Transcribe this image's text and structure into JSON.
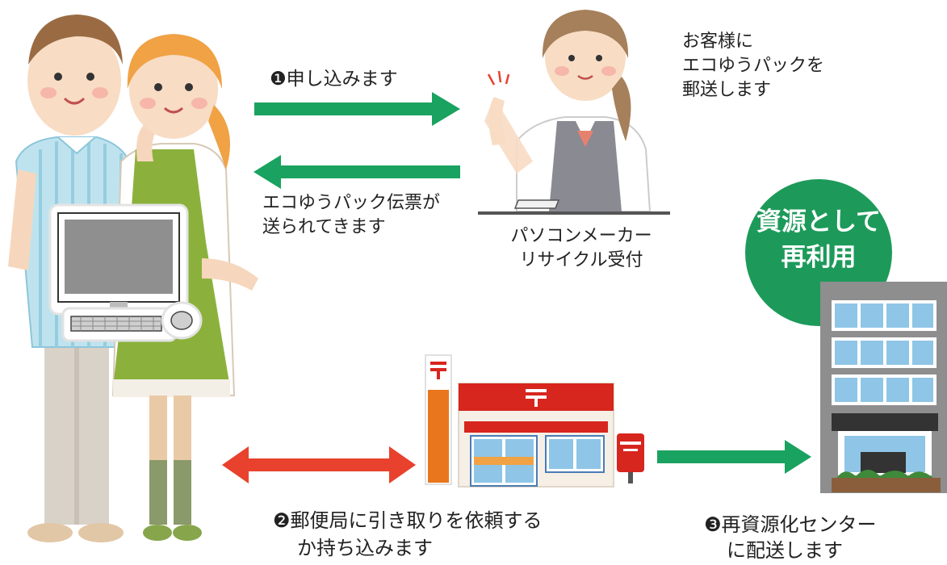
{
  "step1": {
    "label": "❶申し込みます"
  },
  "reply": {
    "line1": "エコゆうパック伝票が",
    "line2": "送られてきます"
  },
  "note": {
    "line1": "お客様に",
    "line2": "エコゆうパックを",
    "line3": "郵送します"
  },
  "maker": {
    "line1": "パソコンメーカー",
    "line2": "リサイクル受付"
  },
  "recycle": {
    "line1": "資源として",
    "line2": "再利用"
  },
  "step2": {
    "line1": "❷郵便局に引き取りを依頼する",
    "line2": "か持ち込みます"
  },
  "step3": {
    "line1": "❸再資源化センター",
    "line2": "に配送します"
  },
  "colors": {
    "green": "#1aa260",
    "red": "#e8412d",
    "post_red": "#d7261e",
    "orange": "#e9761d",
    "dark_green": "#1d9a5a"
  }
}
